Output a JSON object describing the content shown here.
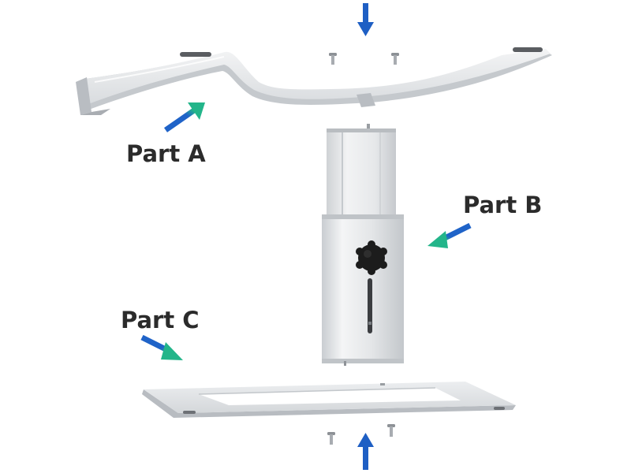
{
  "labels": {
    "part_a": "Part A",
    "part_b": "Part B",
    "part_c": "Part C"
  },
  "colors": {
    "arrow_start": "#1f63c8",
    "arrow_end": "#23b58a",
    "arrow_solid": "#1e5fc4",
    "metal_light": "#eef0f2",
    "metal_mid": "#d8dbde",
    "metal_dark": "#b4b8bd",
    "knob": "#1c1c1c",
    "text": "#2b2b2b"
  },
  "icons": [
    "arrow-icon",
    "screw-icon",
    "knob-icon"
  ]
}
